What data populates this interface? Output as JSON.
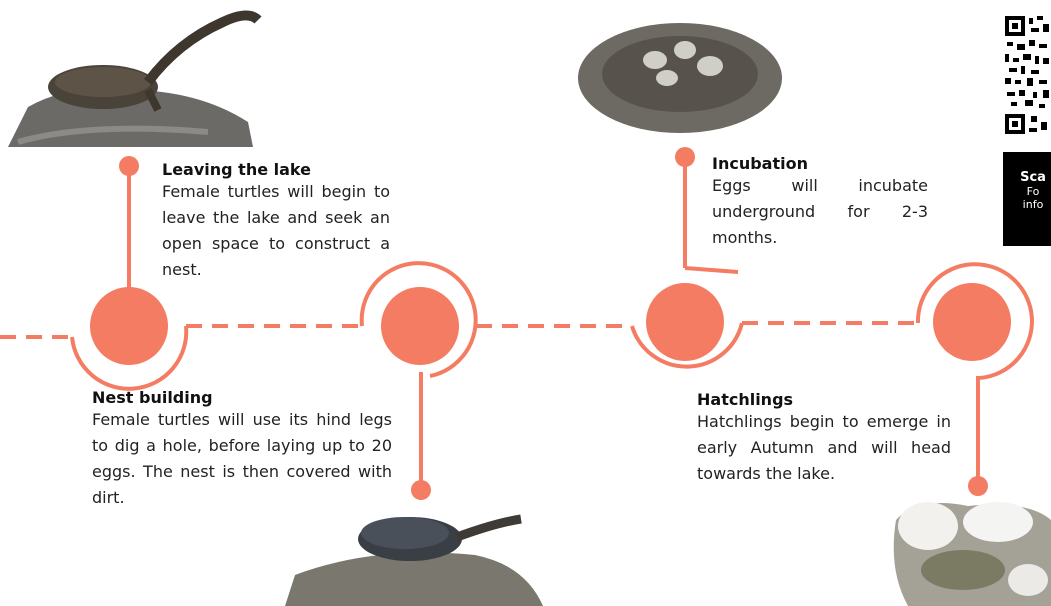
{
  "colors": {
    "accent": "#f47c62",
    "text": "#222222"
  },
  "steps": [
    {
      "title": "Leaving the lake",
      "text": "Female turtles will begin to leave the lake and seek an open space to construct a nest."
    },
    {
      "title": "Nest building",
      "text": "Female turtles will use its hind legs to dig a hole, before laying up to 20 eggs. The nest is then covered with dirt."
    },
    {
      "title": "Incubation",
      "text": "Eggs will incubate underground for 2-3 months."
    },
    {
      "title": "Hatchlings",
      "text": "Hatchlings begin to emerge in early Autumn and will head towards the lake."
    }
  ],
  "qr": {
    "line1": "Sca",
    "line2": "Fo",
    "line3": "info"
  },
  "images": [
    {
      "icon": "turtle-on-rock-photo"
    },
    {
      "icon": "turtle-eggs-nest-photo"
    },
    {
      "icon": "turtle-on-ground-photo"
    },
    {
      "icon": "hatchlings-photo"
    }
  ]
}
